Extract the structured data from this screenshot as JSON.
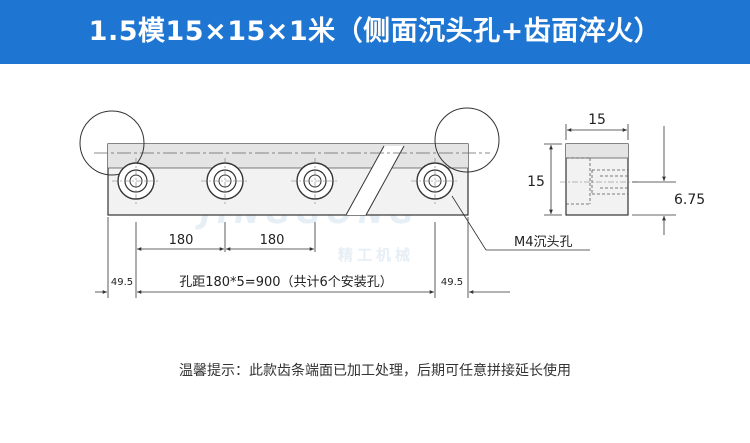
{
  "header": {
    "title": "1.5模15×15×1米（侧面沉头孔+齿面淬火）",
    "background": "#1f76d2"
  },
  "watermark": {
    "brand": "JINGGONG",
    "sub": "精工机械"
  },
  "drawing": {
    "front_view": {
      "hole_spacing_1": "180",
      "hole_spacing_2": "180",
      "left_margin": "49.5",
      "right_margin": "49.5",
      "total_spacing": "孔距180*5=900（共计6个安装孔）",
      "hole_label": "M4沉头孔"
    },
    "side_view": {
      "width": "15",
      "height": "15",
      "hole_height": "6.75"
    }
  },
  "tip": "温馨提示：此款齿条端面已加工处理，后期可任意拼接延长使用"
}
